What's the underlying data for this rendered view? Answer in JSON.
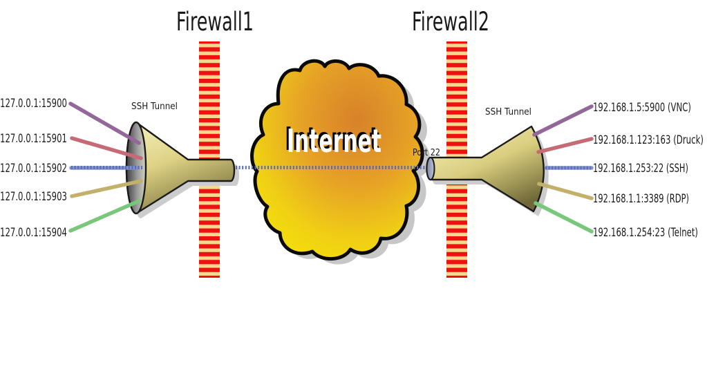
{
  "titles": {
    "firewall1": "Firewall1",
    "firewall2": "Firewall2"
  },
  "cloud": {
    "label": "Internet"
  },
  "port": {
    "label": "Port 22"
  },
  "tunnels": {
    "left": "SSH Tunnel",
    "right": "SSH Tunnel"
  },
  "endpoints": {
    "left": [
      {
        "label": "127.0.0.1:15900",
        "color": "#94679b"
      },
      {
        "label": "127.0.0.1:15901",
        "color": "#c66a76"
      },
      {
        "label": "127.0.0.1:15902",
        "color": "#8091d0"
      },
      {
        "label": "127.0.0.1:15903",
        "color": "#c3b169"
      },
      {
        "label": "127.0.0.1:15904",
        "color": "#79c77b"
      }
    ],
    "right": [
      {
        "label": "192.168.1.5:5900 (VNC)",
        "color": "#94679b"
      },
      {
        "label": "192.168.1.123:163 (Druck)",
        "color": "#c66a76"
      },
      {
        "label": "192.168.1.253:22 (SSH)",
        "color": "#8091d0"
      },
      {
        "label": "192.168.1.1:3389 (RDP)",
        "color": "#c3b169"
      },
      {
        "label": "192.168.1.254:23 (Telnet)",
        "color": "#79c77b"
      }
    ]
  },
  "colors": {
    "firewall_stripe": "#ee1111",
    "firewall_background": "#f6d78e",
    "ssh_tunnel_dashed_line": "#5b6cb0",
    "funnel_light": "#f7f3c0",
    "funnel_dark": "#837a44",
    "cloud_orange": "#d8812a",
    "cloud_yellow": "#f8ee02",
    "text": "#1a1a1a"
  }
}
